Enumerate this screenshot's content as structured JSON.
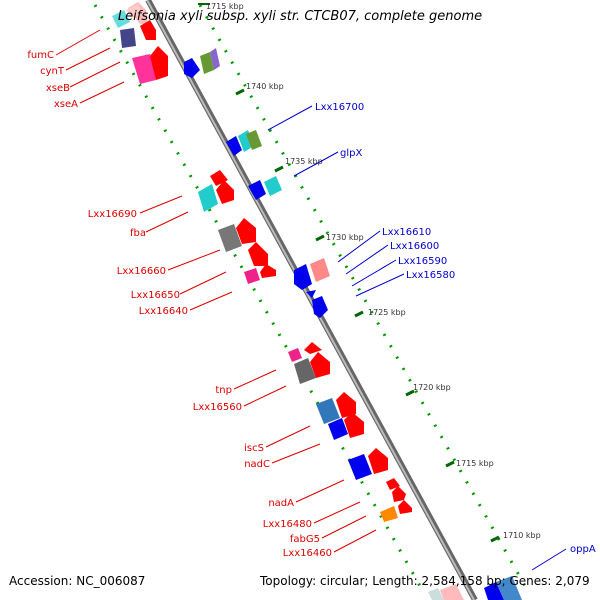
{
  "title": "Leifsonia xyli subsp. xyli str. CTCB07, complete genome",
  "footer": {
    "accession": "Accession: NC_006087",
    "summary": "Topology: circular; Length: 2,584,158 bp; Genes: 2,079"
  },
  "colors": {
    "forward_label": "#dd0000",
    "reverse_label": "#0000cc",
    "axis": "#888888",
    "tick": "#006600"
  },
  "ticks": [
    "1715 kbp",
    "1740 kbp",
    "1735 kbp",
    "1730 kbp",
    "1725 kbp",
    "1720 kbp",
    "1715 kbp",
    "1710 kbp"
  ],
  "left_labels": [
    "fumC",
    "cynT",
    "xseB",
    "xseA",
    "Lxx16690",
    "fba",
    "Lxx16660",
    "Lxx16650",
    "Lxx16640",
    "tnp",
    "Lxx16560",
    "iscS",
    "nadC",
    "nadA",
    "Lxx16480",
    "fabG5",
    "Lxx16460"
  ],
  "right_labels": [
    "Lxx16700",
    "glpX",
    "Lxx16610",
    "Lxx16600",
    "Lxx16590",
    "Lxx16580",
    "oppA"
  ]
}
